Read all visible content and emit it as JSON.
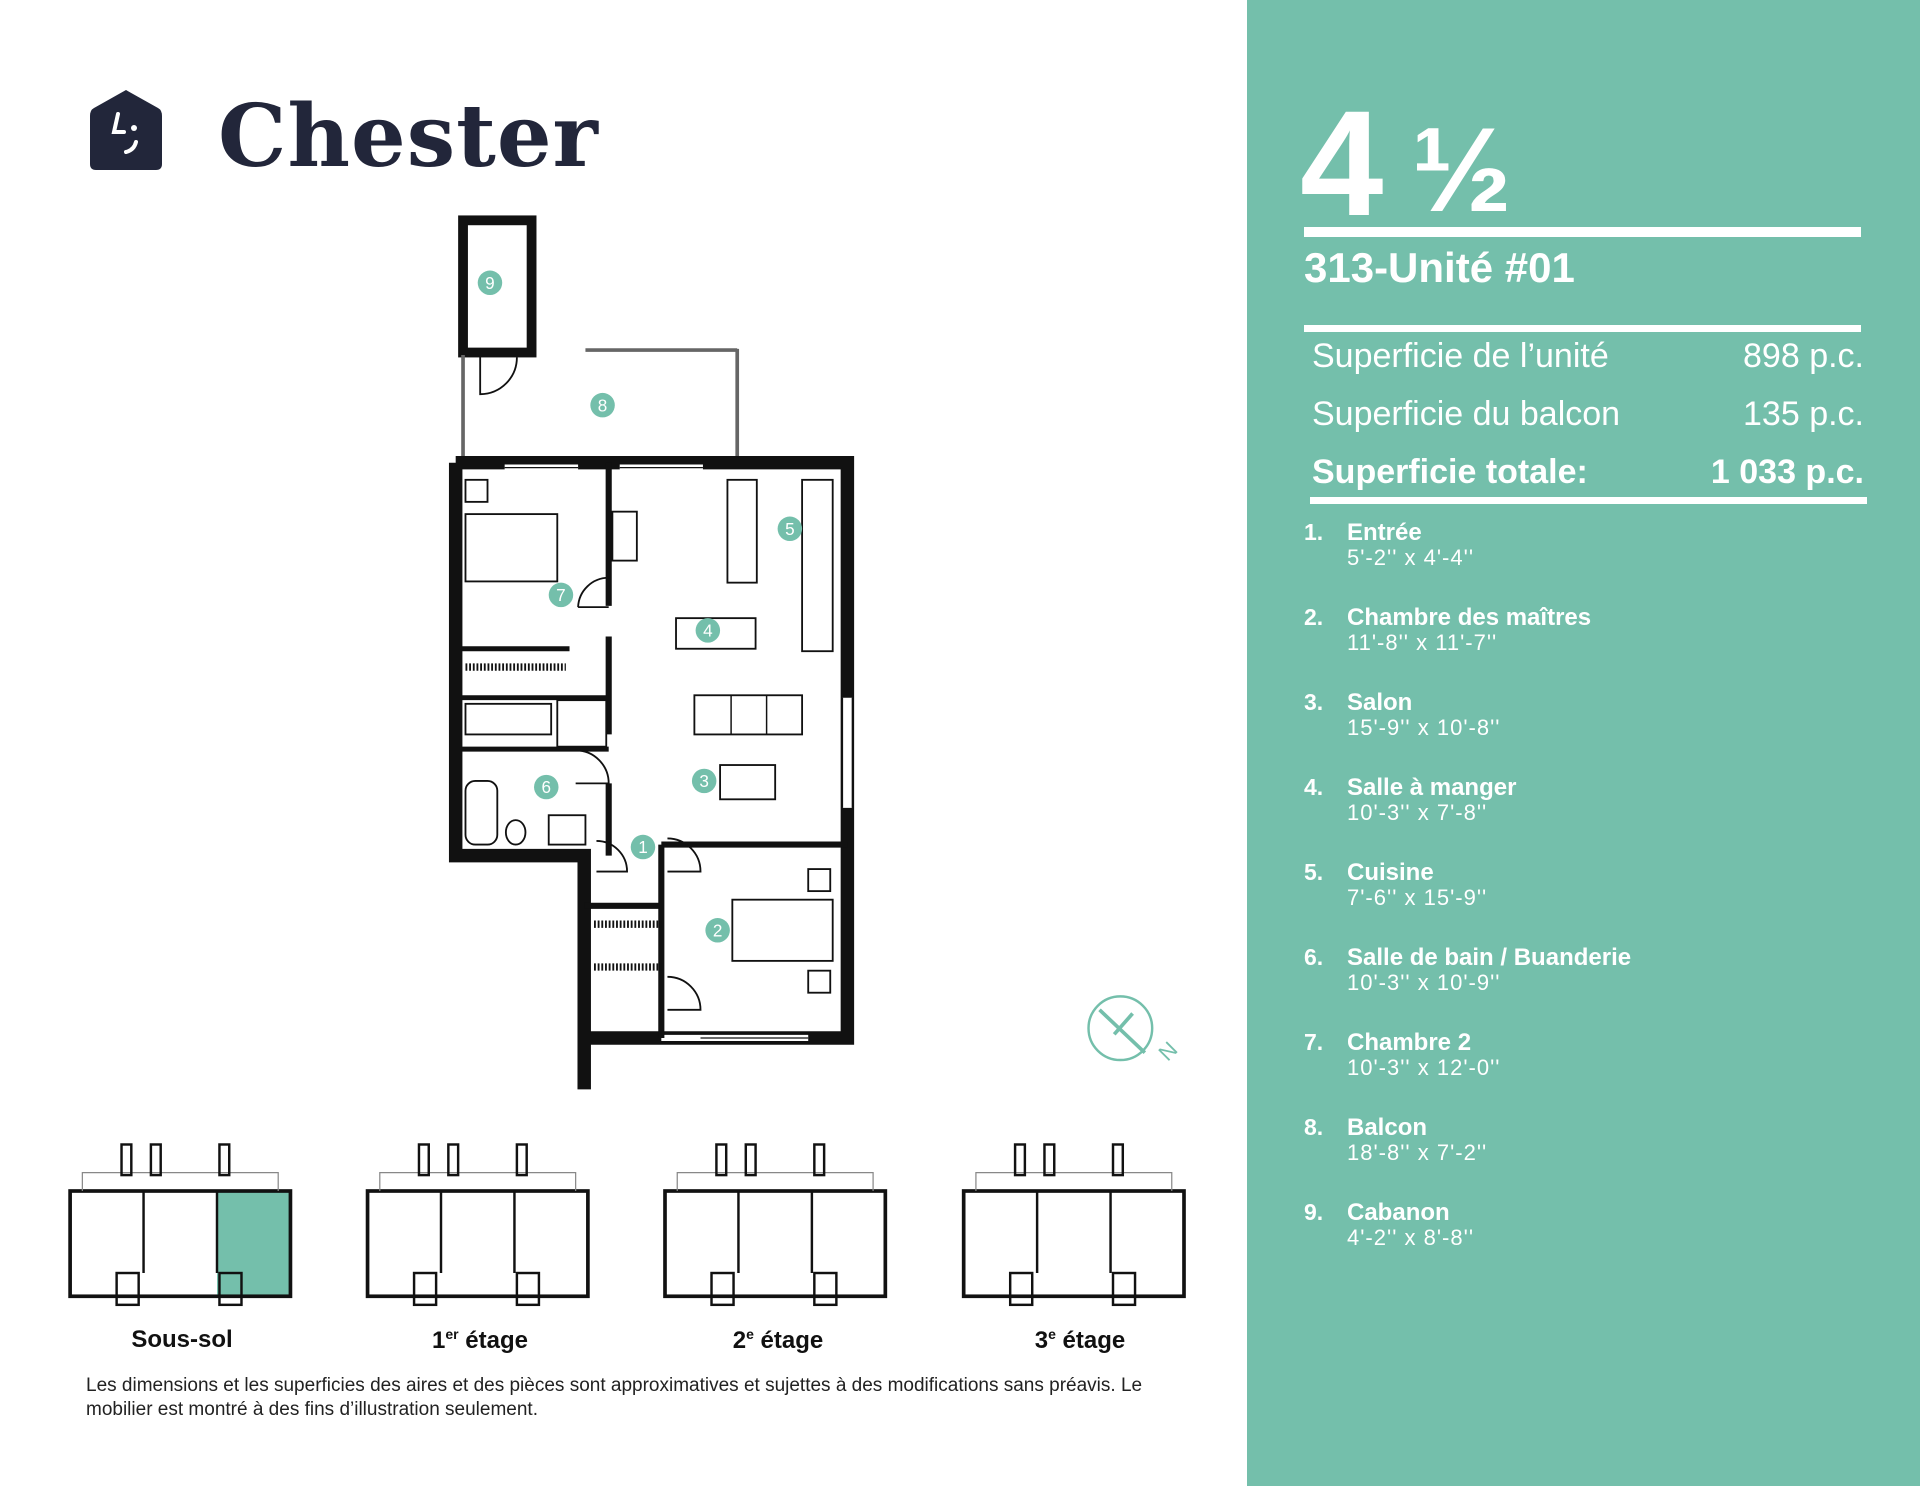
{
  "brand": {
    "name": "Chester",
    "logo_icon": "house-smile-icon"
  },
  "unit_type": {
    "whole": "4",
    "fraction": "½"
  },
  "unit_id": "313-Unité #01",
  "areas": [
    {
      "label": "Superficie de l’unité",
      "value": "898 p.c."
    },
    {
      "label": "Superficie du balcon",
      "value": "135 p.c."
    },
    {
      "label": "Superficie totale:",
      "value": "1 033 p.c."
    }
  ],
  "rooms": [
    {
      "num": "1.",
      "name": "Entrée",
      "dim": "5'-2'' x 4'-4''"
    },
    {
      "num": "2.",
      "name": "Chambre des maîtres",
      "dim": "11'-8'' x 11'-7''"
    },
    {
      "num": "3.",
      "name": "Salon",
      "dim": "15'-9'' x  10'-8''"
    },
    {
      "num": "4.",
      "name": "Salle à manger",
      "dim": "10'-3'' x 7'-8''"
    },
    {
      "num": "5.",
      "name": "Cuisine",
      "dim": "7'-6''  x 15'-9''"
    },
    {
      "num": "6.",
      "name": "Salle de bain / Buanderie",
      "dim": "10'-3'' x 10'-9''"
    },
    {
      "num": "7.",
      "name": "Chambre 2",
      "dim": "10'-3'' x 12'-0''"
    },
    {
      "num": "8.",
      "name": "Balcon",
      "dim": "18'-8'' x 7'-2''"
    },
    {
      "num": "9.",
      "name": "Cabanon",
      "dim": "4'-2'' x 8'-8''"
    }
  ],
  "plan": {
    "markers": [
      "1",
      "2",
      "3",
      "4",
      "5",
      "6",
      "7",
      "8",
      "9"
    ],
    "compass_label": "N"
  },
  "floors": [
    {
      "label": "Sous-sol",
      "sup": "",
      "rest": ""
    },
    {
      "label": "1",
      "sup": "er",
      "rest": " étage"
    },
    {
      "label": "2",
      "sup": "e",
      "rest": " étage"
    },
    {
      "label": "3",
      "sup": "e",
      "rest": " étage"
    }
  ],
  "disclaimer": "Les dimensions et les superficies des aires et des pièces sont approximatives et sujettes à des modifications sans préavis. Le mobilier est montré à des fins d’illustration seulement.",
  "colors": {
    "accent": "#74bfab",
    "brand_dark": "#22263a"
  }
}
